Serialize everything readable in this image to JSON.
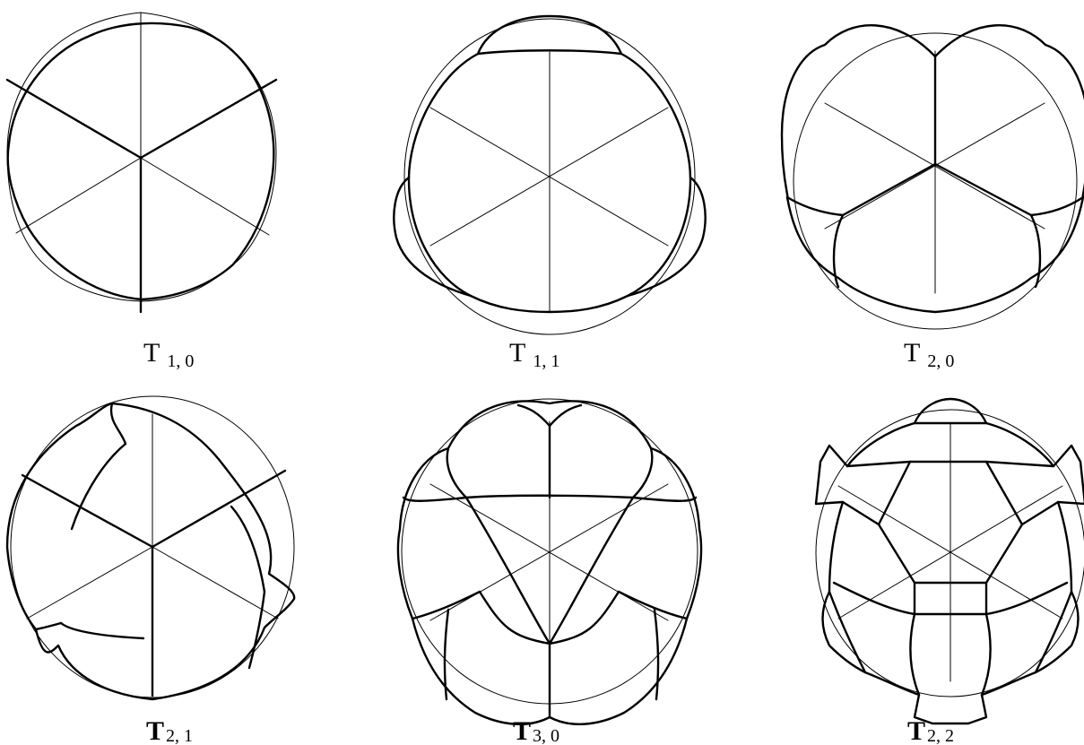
{
  "panels": [
    {
      "main": "T",
      "sub": "1, 0",
      "bold": false
    },
    {
      "main": "T",
      "sub": "1, 1",
      "bold": false
    },
    {
      "main": "T",
      "sub": "2, 0",
      "bold": false
    },
    {
      "main": "T",
      "sub": "2, 1",
      "bold": true
    },
    {
      "main": "T",
      "sub": "3, 0",
      "bold": true
    },
    {
      "main": "T",
      "sub": "2, 2",
      "bold": true
    }
  ]
}
